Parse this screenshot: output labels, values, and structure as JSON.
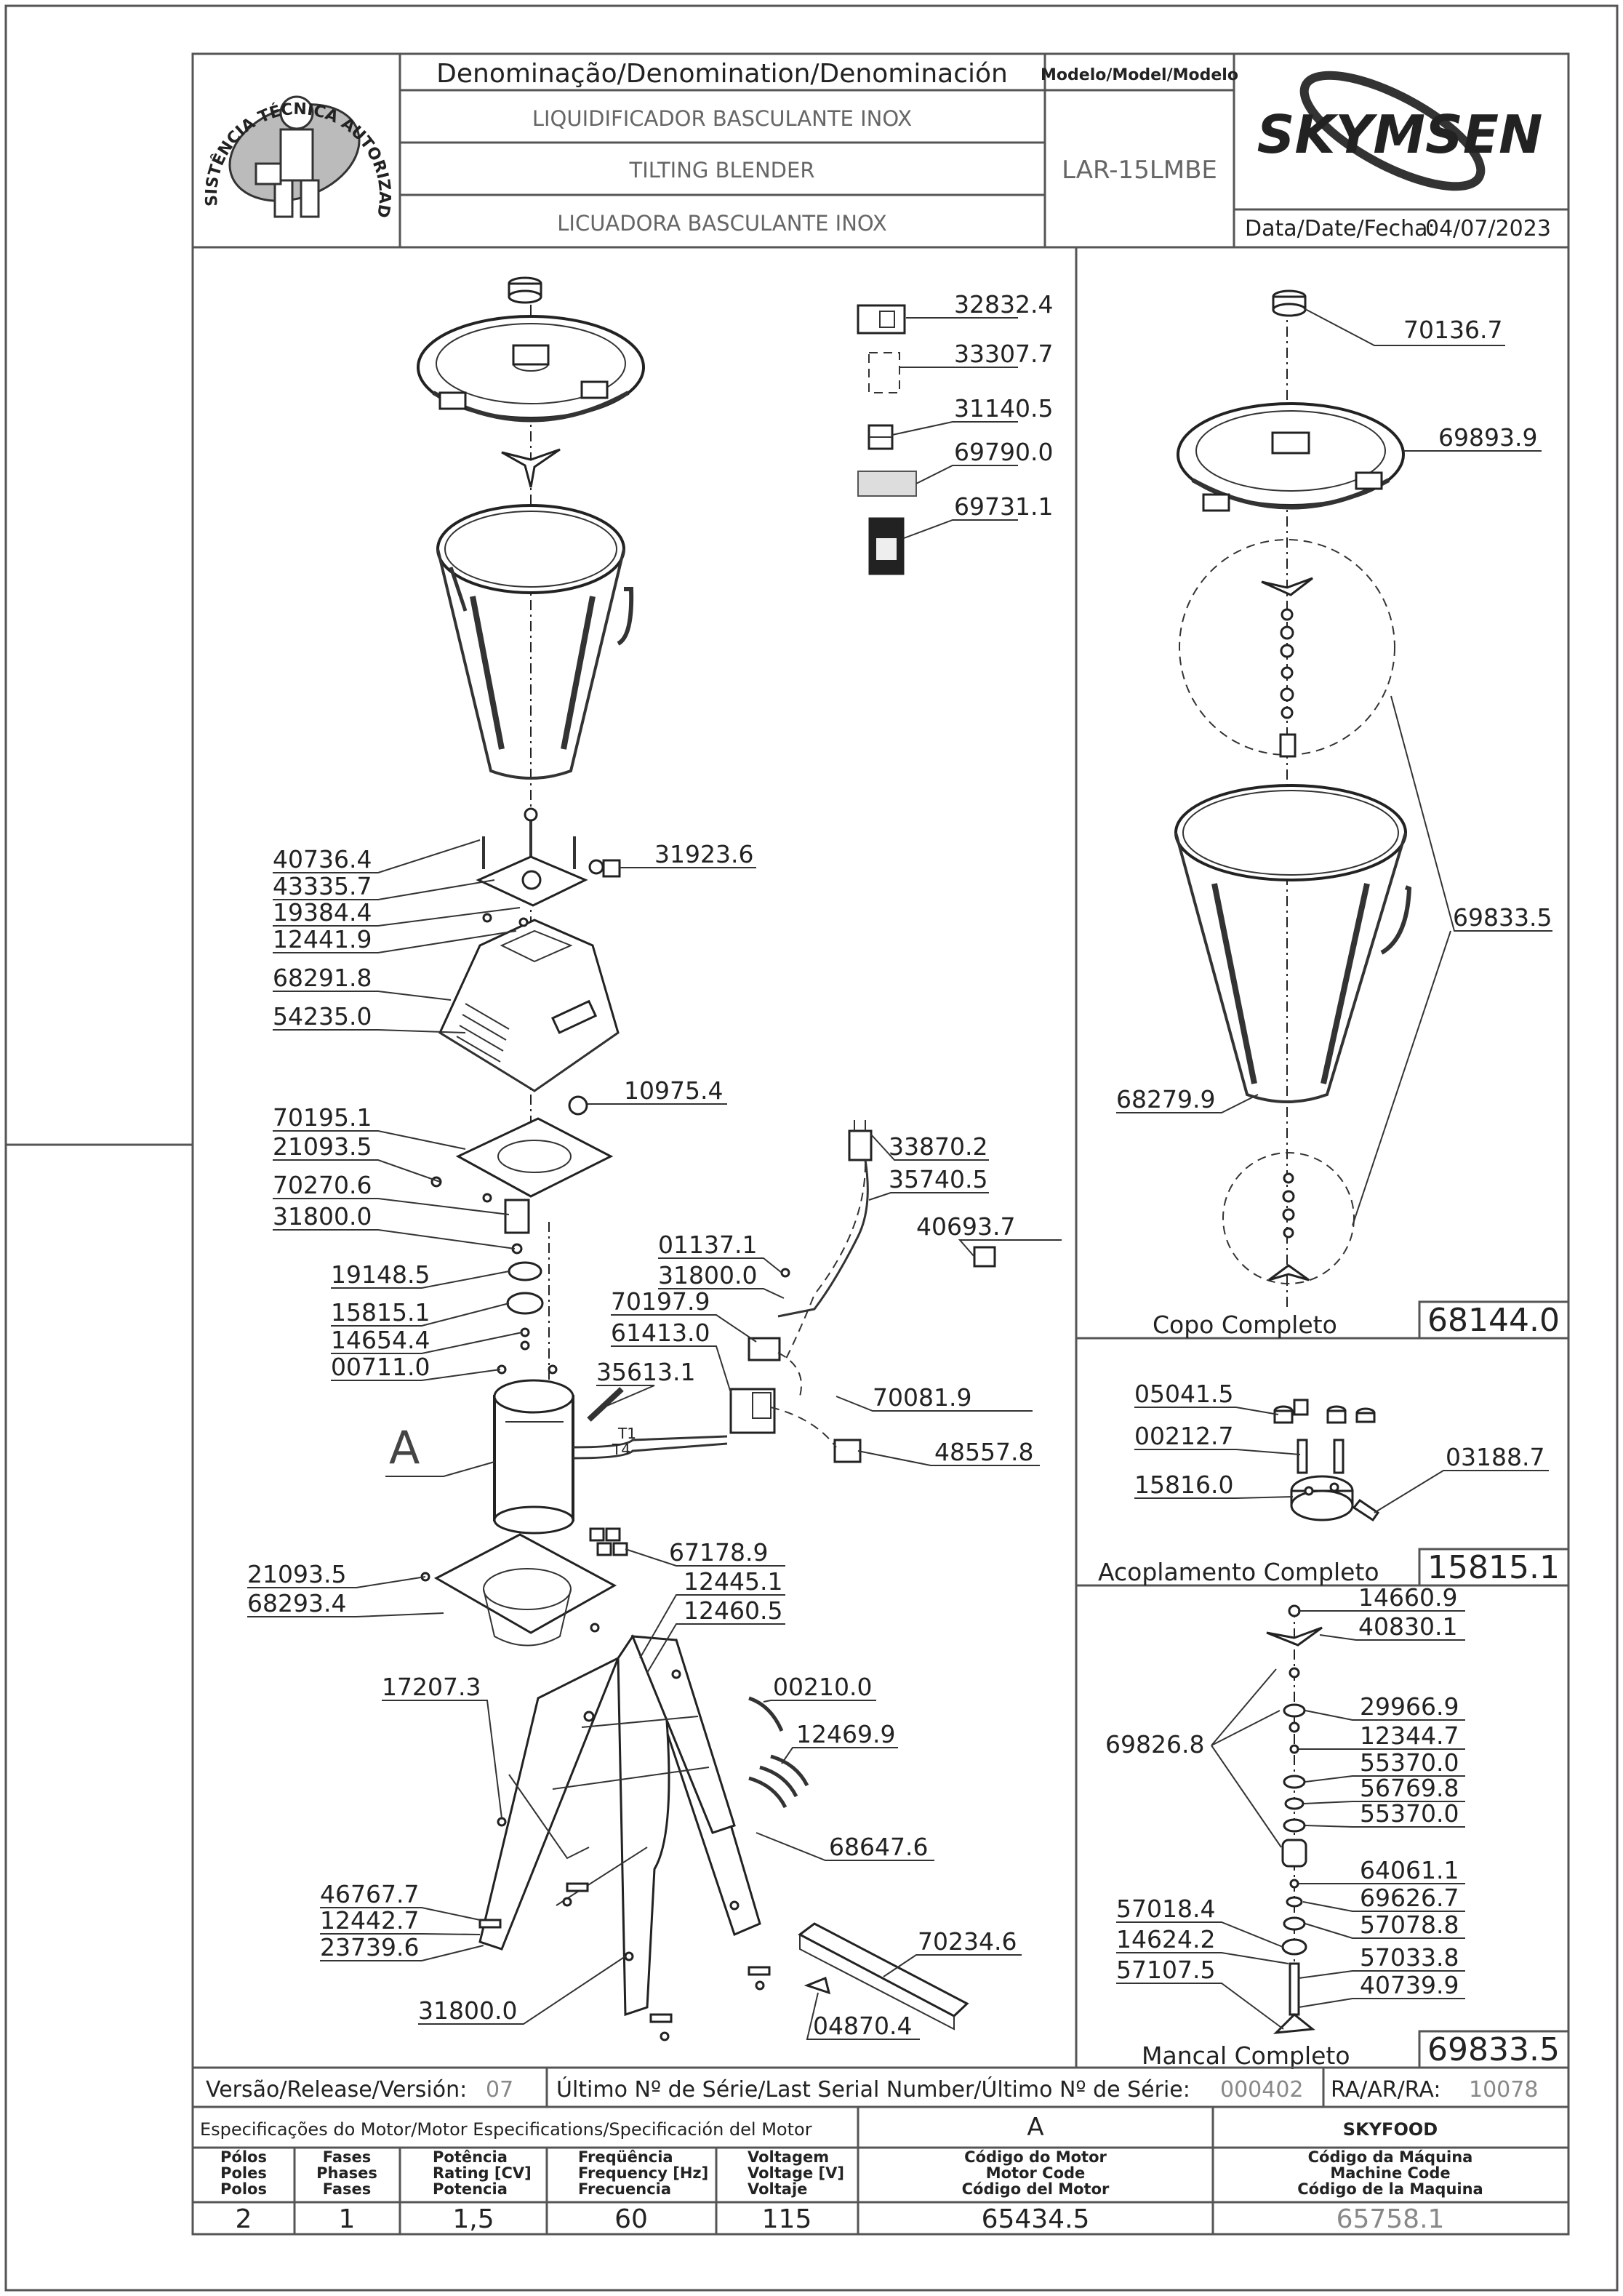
{
  "header": {
    "badge_text": "ASSISTÊNCIA TÉCNICA AUTORIZADA",
    "denomination_title": "Denominação/Denomination/Denominación",
    "names": [
      "LIQUIDIFICADOR  BASCULANTE  INOX",
      "TILTING  BLENDER",
      "LICUADORA  BASCULANTE  INOX"
    ],
    "model_title": "Modelo/Model/Modelo",
    "model_value": "LAR-15LMBE",
    "brand": "SKYMSEN",
    "date_label": "Data/Date/Fecha:",
    "date_value": "04/07/2023"
  },
  "main_labels": {
    "left": [
      "40736.4",
      "43335.7",
      "19384.4",
      "12441.9",
      "68291.8",
      "54235.0",
      "70195.1",
      "21093.5",
      "70270.6",
      "31800.0",
      "19148.5",
      "15815.1",
      "14654.4",
      "00711.0",
      "21093.5",
      "68293.4",
      "17207.3",
      "46767.7",
      "12442.7",
      "23739.6",
      "31800.0"
    ],
    "right": [
      "32832.4",
      "33307.7",
      "31140.5",
      "69790.0",
      "69731.1",
      "31923.6",
      "10975.4",
      "33870.2",
      "35740.5",
      "40693.7",
      "01137.1",
      "31800.0",
      "70197.9",
      "61413.0",
      "35613.1",
      "70081.9",
      "48557.8",
      "67178.9",
      "12445.1",
      "12460.5",
      "00210.0",
      "12469.9",
      "68647.6",
      "70234.6",
      "04870.4"
    ],
    "motor_ref": "A",
    "terminals": [
      "T1",
      "T4"
    ]
  },
  "copo": {
    "labels": [
      "70136.7",
      "69893.9",
      "69833.5",
      "68279.9"
    ],
    "title": "Copo  Completo",
    "code": "68144.0"
  },
  "acoplamento": {
    "labels": [
      "05041.5",
      "00212.7",
      "15816.0",
      "03188.7"
    ],
    "title": "Acoplamento  Completo",
    "code": "15815.1"
  },
  "mancal": {
    "labels": [
      "14660.9",
      "40830.1",
      "29966.9",
      "12344.7",
      "55370.0",
      "56769.8",
      "55370.0",
      "69826.8",
      "64061.1",
      "69626.7",
      "57078.8",
      "57033.8",
      "57018.4",
      "14624.2",
      "57107.5",
      "40739.9"
    ],
    "title": "Mancal  Completo",
    "code": "69833.5"
  },
  "footer": {
    "version_label": "Versão/Release/Versión:",
    "version_value": "07",
    "serial_label": "Último  Nº  de  Série/Last  Serial  Number/Último  Nº  de  Série:",
    "serial_value": "000402",
    "ra_label": "RA/AR/RA:",
    "ra_value": "10078",
    "spec_title": "Especificações do Motor/Motor Especifications/Specificación del Motor",
    "motor_ref": "A",
    "brand_name": "SKYFOOD",
    "columns": [
      {
        "lines": [
          "Pólos",
          "Poles",
          "Polos"
        ],
        "value": "2"
      },
      {
        "lines": [
          "Fases",
          "Phases",
          "Fases"
        ],
        "value": "1"
      },
      {
        "lines": [
          "Potência",
          "Rating [CV]",
          "Potencia"
        ],
        "value": "1,5"
      },
      {
        "lines": [
          "Freqüência",
          "Frequency [Hz]",
          "Frecuencia"
        ],
        "value": "60"
      },
      {
        "lines": [
          "Voltagem",
          "Voltage [V]",
          "Voltaje"
        ],
        "value": "115"
      },
      {
        "lines": [
          "Código do Motor",
          "Motor Code",
          "Código del Motor"
        ],
        "value": "65434.5"
      },
      {
        "lines": [
          "Código da Máquina",
          "Machine Code",
          "Código de la Maquina"
        ],
        "value": "65758.1"
      }
    ]
  },
  "colors": {
    "line": "#222222",
    "frame": "#555555",
    "grey_text": "#888888"
  }
}
